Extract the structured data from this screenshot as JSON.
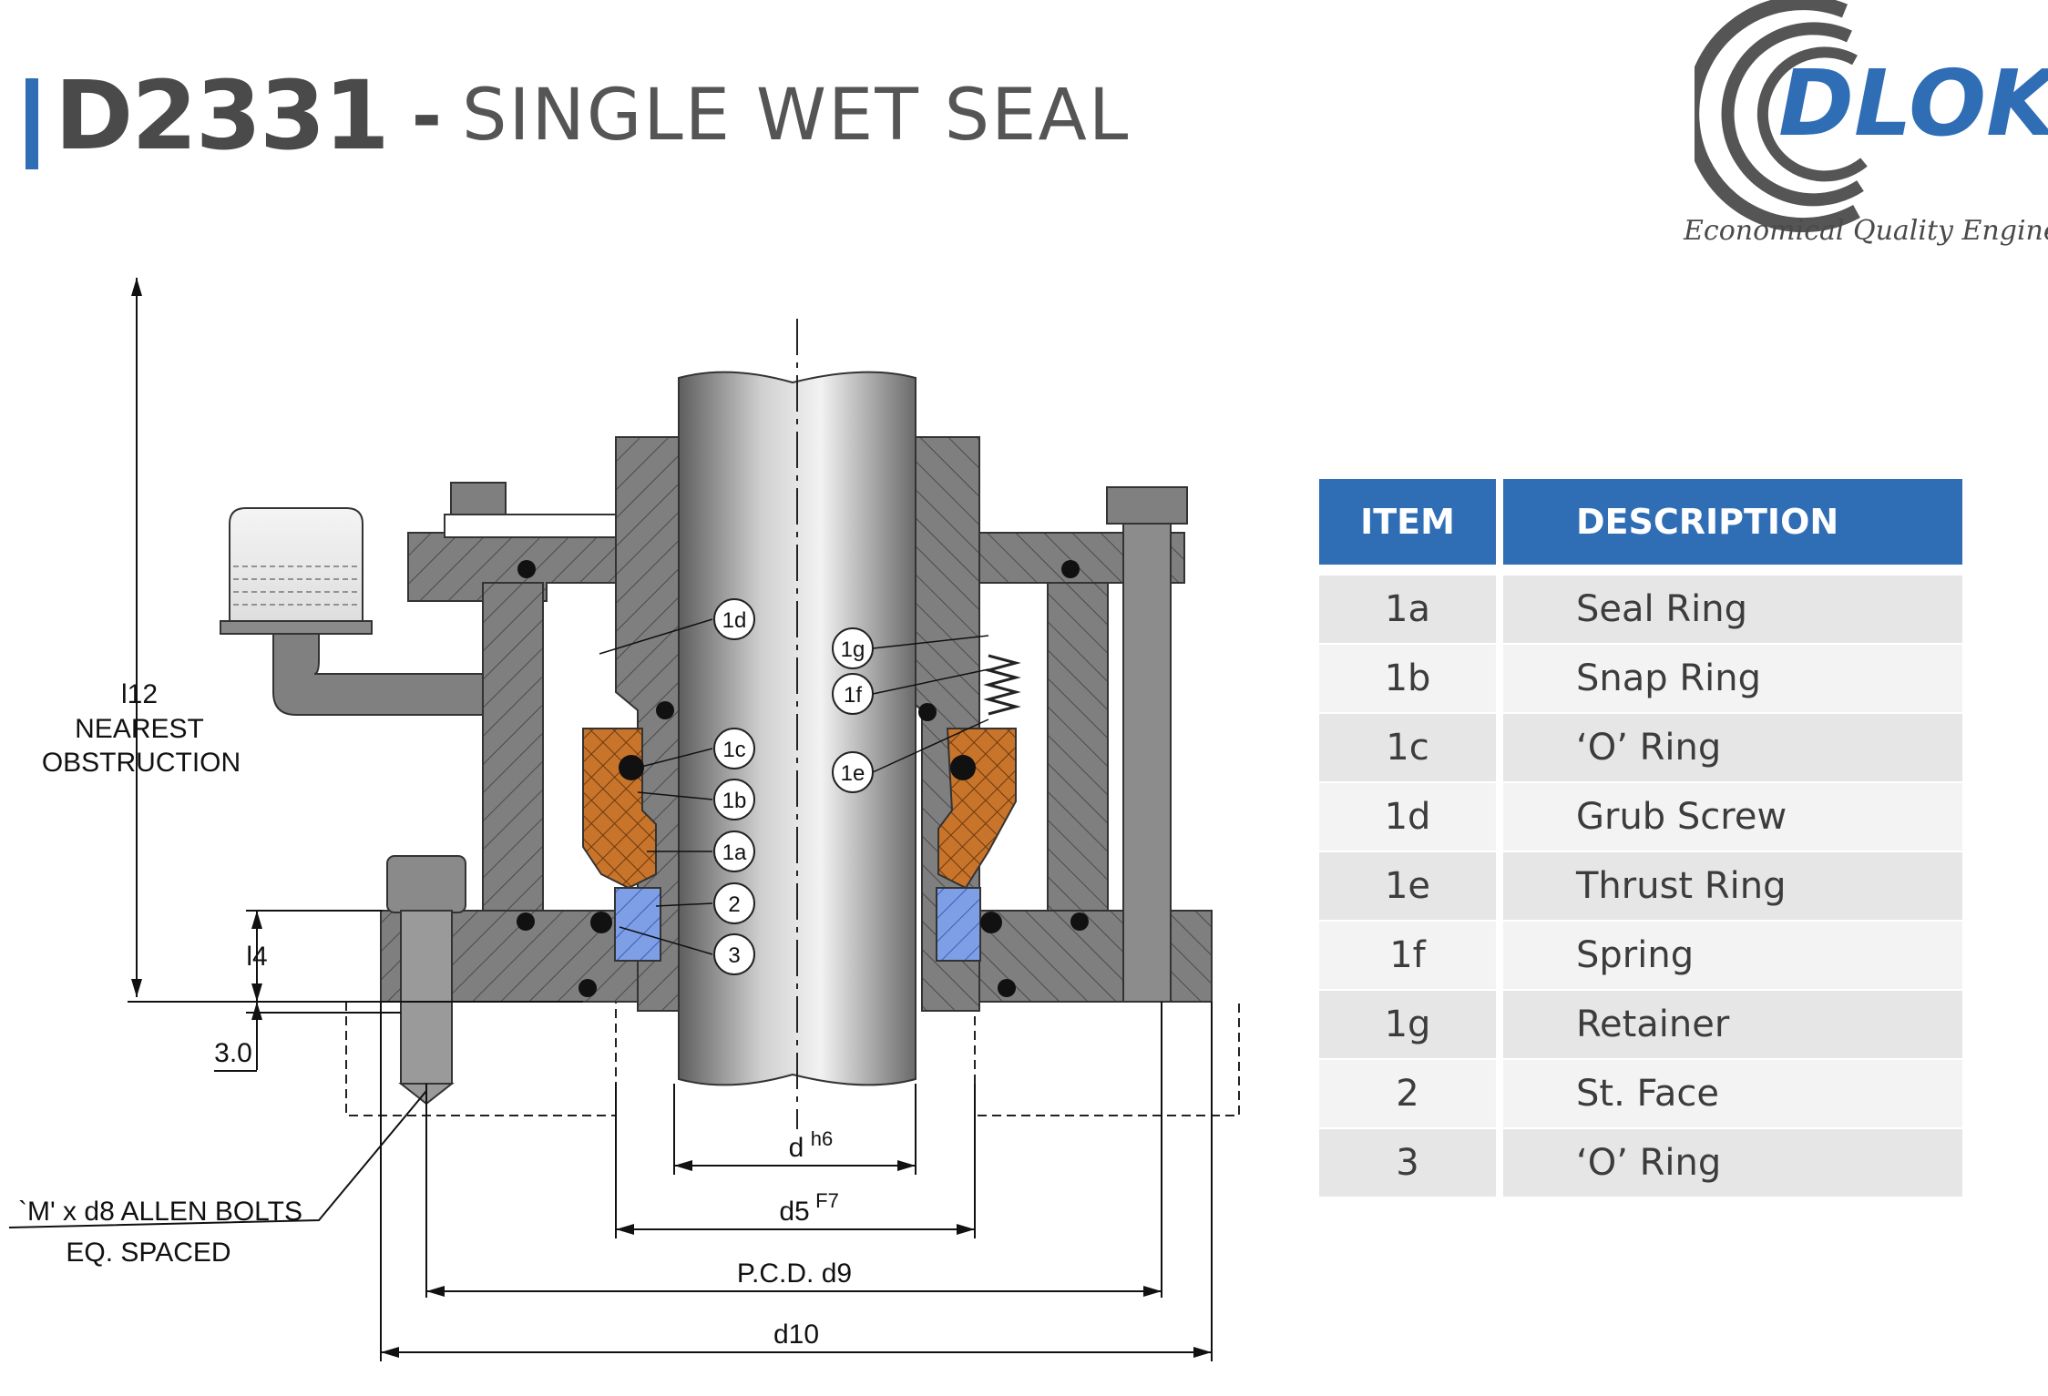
{
  "header": {
    "code": "D2331",
    "separator": "-",
    "name": "SINGLE WET SEAL"
  },
  "brand": {
    "logo_text": "DLOK",
    "tagline": "Economical Quality Engineering",
    "accent_color": "#2f6db5"
  },
  "drawing": {
    "callouts": [
      "1d",
      "1c",
      "1b",
      "1a",
      "2",
      "3",
      "1g",
      "1f",
      "1e"
    ],
    "dim_l12": "l12",
    "l12_note_line1": "NEAREST",
    "l12_note_line2": "OBSTRUCTION",
    "dim_l4": "l4",
    "dim_3": "3.0",
    "bolt_note_line1": "`M' x d8 ALLEN BOLTS",
    "bolt_note_line2": "EQ. SPACED",
    "dim_d": "d",
    "dim_d_sup": "h6",
    "dim_d5": "d5",
    "dim_d5_sup": "F7",
    "dim_pcd": "P.C.D. d9",
    "dim_d10": "d10",
    "colors": {
      "seal_ring": "#c8742a",
      "stationary_face": "#7e9fe6",
      "metal": "#7d7d7d"
    }
  },
  "table": {
    "headers": [
      "ITEM",
      "DESCRIPTION"
    ],
    "rows": [
      {
        "item": "1a",
        "description": "Seal Ring"
      },
      {
        "item": "1b",
        "description": "Snap Ring"
      },
      {
        "item": "1c",
        "description": "‘O’ Ring"
      },
      {
        "item": "1d",
        "description": "Grub Screw"
      },
      {
        "item": "1e",
        "description": "Thrust Ring"
      },
      {
        "item": "1f",
        "description": "Spring"
      },
      {
        "item": "1g",
        "description": "Retainer"
      },
      {
        "item": "2",
        "description": "St. Face"
      },
      {
        "item": "3",
        "description": "‘O’ Ring"
      }
    ]
  }
}
